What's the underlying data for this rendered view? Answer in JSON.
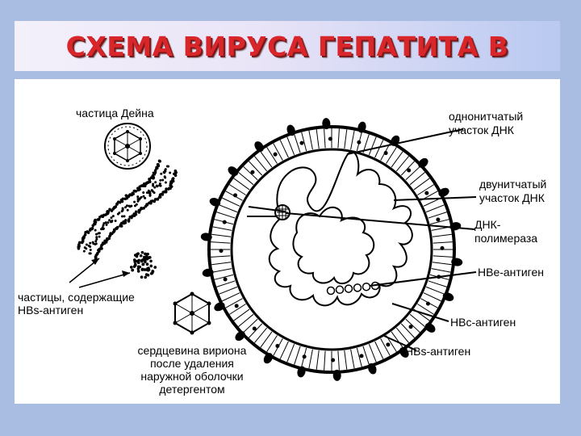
{
  "title": "СХЕМА ВИРУСА ГЕПАТИТА В",
  "labels": {
    "dane_particle": "частица Дейна",
    "hbs_particles_line1": "частицы, содержащие",
    "hbs_particles_line2": "HBs-антиген",
    "core_line1": "сердцевина вириона",
    "core_line2": "после удаления",
    "core_line3": "наружной  оболочки",
    "core_line4": "детергентом",
    "ss_dna_line1": "однонитчатый",
    "ss_dna_line2": "участок  ДНК",
    "ds_dna_line1": "двунитчатый",
    "ds_dna_line2": "участок  ДНК",
    "polymerase_line1": "ДНК-",
    "polymerase_line2": "полимераза",
    "hbe": "HBe-антиген",
    "hbc": "HBc-антиген",
    "hbs": "HBs-антиген"
  },
  "colors": {
    "title": "#d8262b",
    "background": "#a9bde3",
    "panel": "#ffffff",
    "ink": "#000000"
  }
}
